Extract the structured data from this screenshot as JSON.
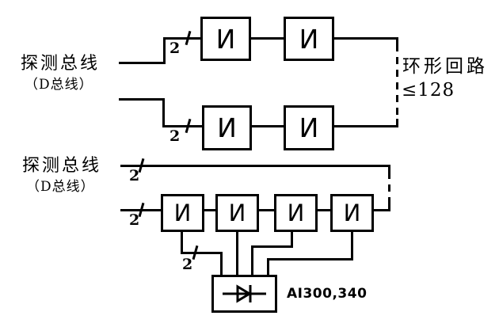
{
  "labels": {
    "bus_top": {
      "title": "探测总线",
      "subtitle": "（D总线）"
    },
    "bus_bottom": {
      "title": "探测总线",
      "subtitle": "（D总线）"
    },
    "loop": {
      "line1": "环形回路",
      "line2": "≤128"
    },
    "module": "AI300,340",
    "wire_count": "2",
    "detector_symbol": "И"
  },
  "colors": {
    "line": "#000000",
    "background": "#ffffff"
  }
}
